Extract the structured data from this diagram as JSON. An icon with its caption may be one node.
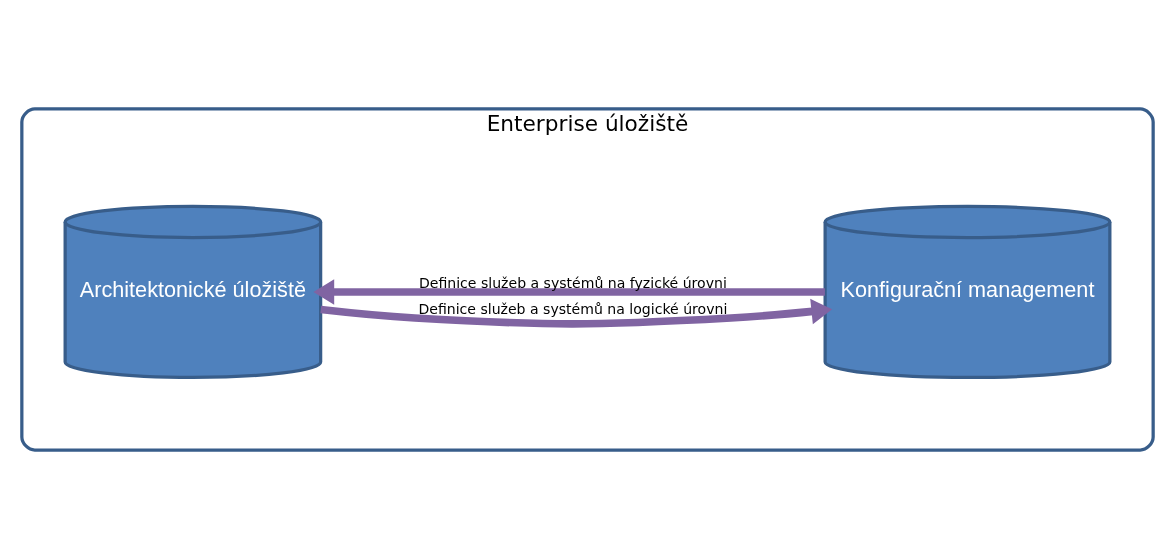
{
  "diagram": {
    "nodes": [
      {
        "text": [
          "Enterprise úložiště"
        ]
      },
      {
        "text": [
          "Architektonické úložiště"
        ],
        "in": 0
      },
      {
        "text": [
          "Konfigurační management"
        ],
        "in": 0
      }
    ],
    "edges": [
      {
        "from": 1,
        "to": 2,
        "arrow": "to",
        "label": "Definice služeb a systémů na logické úrovni"
      },
      {
        "from": 2,
        "to": 1,
        "arrow": "to",
        "label": "Definice služeb a systémů na fyzické úrovni"
      }
    ]
  }
}
